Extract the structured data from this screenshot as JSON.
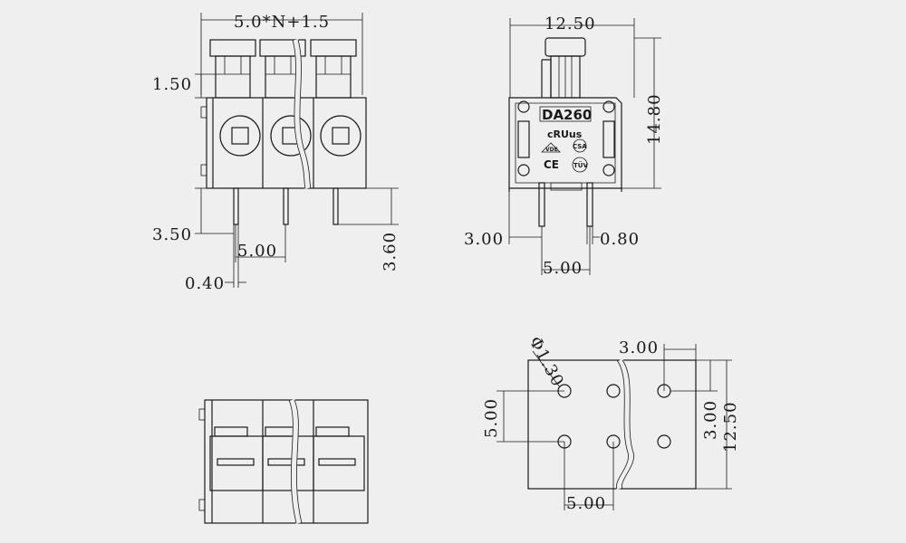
{
  "front_view": {
    "width_formula": "5.0*N+1.5",
    "lever_height": "1.50",
    "pin_length": "3.50",
    "pitch": "5.00",
    "pin_width": "0.40",
    "pin_below_body": "3.60"
  },
  "side_view": {
    "depth": "12.50",
    "height": "14.80",
    "pin_offset": "3.00",
    "pin_thickness": "0.80",
    "pin_spacing": "5.00",
    "part_marking": "DA260",
    "cert_marks": {
      "ul": "cRUus",
      "csa": "CSA",
      "ce": "CE",
      "tuv": "TÜV",
      "vde": "VDE"
    }
  },
  "pcb_layout": {
    "hole_diameter": "Φ1.30",
    "hole_offset": "3.00",
    "row_spacing_right": "3.00",
    "depth": "12.50",
    "row_spacing_left": "5.00",
    "pitch": "5.00"
  },
  "colors": {
    "background": "#efefef",
    "line": "#1a1a1a"
  }
}
